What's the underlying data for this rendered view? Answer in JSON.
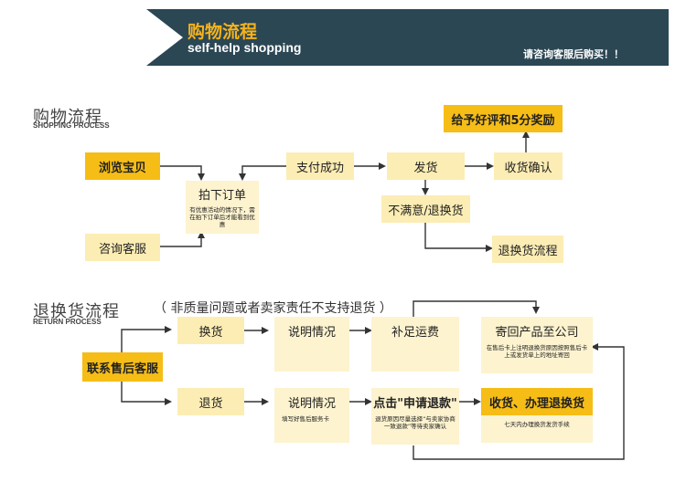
{
  "header": {
    "title": "购物流程",
    "subtitle": "self-help shopping",
    "note": "请咨询客服后购买！！"
  },
  "shopping": {
    "title": "购物流程",
    "subtitle": "SHOPPING PROCESS",
    "browse": "浏览宝贝",
    "consult": "咨询客服",
    "order": "拍下订单",
    "order_note": "有优惠活动的情况下，需在拍下订单后才能看到优惠",
    "paid": "支付成功",
    "ship": "发货",
    "confirm": "收货确认",
    "reward": "给予好评和5分奖励",
    "unsatisfied": "不满意/退换货",
    "return_flow": "退换货流程"
  },
  "returns": {
    "title": "退换货流程",
    "subtitle": "RETURN PROCESS",
    "note": "（ 非质量问题或者卖家责任不支持退货 ）",
    "contact": "联系售后客服",
    "exchange": "换货",
    "explain1": "说明情况",
    "postage": "补足运费",
    "send_back": "寄回产品至公司",
    "send_back_note": "在售后卡上注明退换货原因按照售后卡上或发货单上的地址寄回",
    "refund": "退货",
    "explain2": "说明情况",
    "explain2_note": "填写好售后服务卡",
    "apply": "点击\"申请退款\"",
    "apply_note": "退货原因尽量选择“与卖家协商一致退款”等待卖家确认",
    "receive": "收货、办理退换货",
    "receive_note": "七天内办理换货发货手续"
  },
  "colors": {
    "banner": "#2b4754",
    "accent": "#f6bd16",
    "box": "#fcedb4",
    "line": "#333333"
  }
}
